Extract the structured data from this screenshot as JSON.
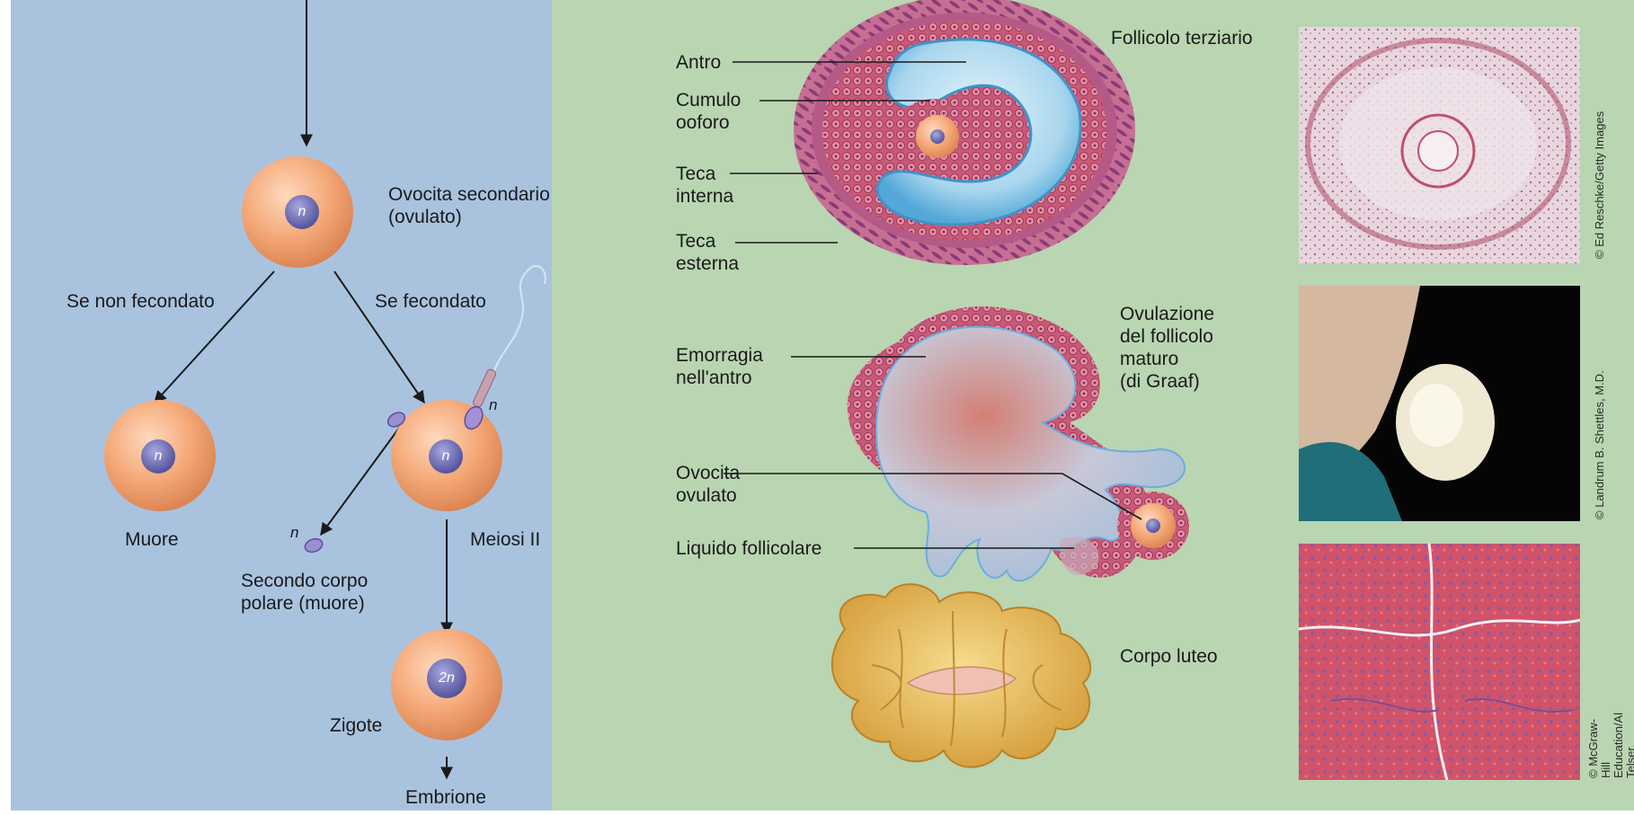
{
  "left_panel": {
    "secondary_oocyte": {
      "label": "Ovocita secondario\n(ovulato)",
      "ploidy": "n"
    },
    "branch_unfertilized": "Se non fecondato",
    "branch_fertilized": "Se fecondato",
    "dies": {
      "label": "Muore",
      "ploidy": "n"
    },
    "sperm_ploidy": "n",
    "meiosis": {
      "label": "Meiosi II",
      "ploidy": "n"
    },
    "second_polar_body": {
      "label": "Secondo corpo\npolare (muore)",
      "ploidy": "n"
    },
    "zygote": {
      "label": "Zigote",
      "ploidy": "2n"
    },
    "embryo": "Embrione"
  },
  "right_panel": {
    "tertiary_follicle": {
      "title": "Follicolo terziario",
      "labels": [
        "Antro",
        "Cumulo\nooforo",
        "Teca\ninterna",
        "Teca\nesterna"
      ]
    },
    "ovulation": {
      "title": "Ovulazione\ndel follicolo\nmaturo\n(di Graaf)",
      "labels": [
        "Emorragia\nnell'antro",
        "Ovocita\novulato",
        "Liquido follicolare"
      ]
    },
    "corpus_luteum": {
      "title": "Corpo luteo"
    },
    "credits": [
      "© Ed Reschke/Getty Images",
      "© Landrum B. Shettles, M.D.",
      "© McGraw-Hill Education/Al\nTelser, photographer"
    ]
  },
  "colors": {
    "left_bg": "#a9c3df",
    "right_bg": "#b9d5b1",
    "cell": "#f2a877",
    "nucleus": "#6f6fb3",
    "follicle_pink": "#c45a7a",
    "antrum_blue": "#9fd0ea",
    "corpus_luteum": "#e3b65a"
  }
}
